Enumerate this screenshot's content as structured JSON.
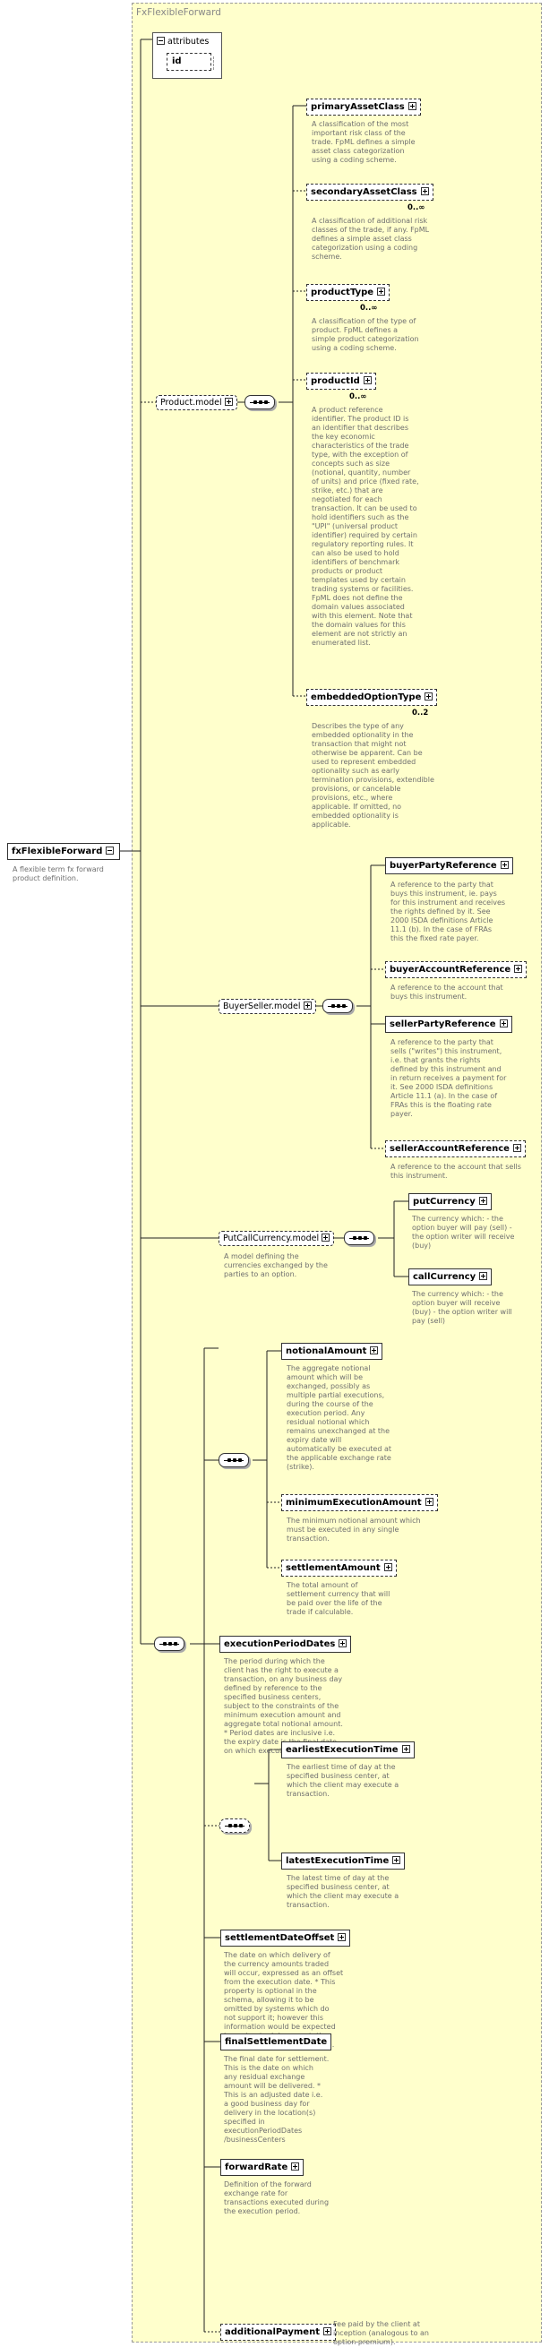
{
  "type_name": "FxFlexibleForward",
  "root": {
    "name": "fxFlexibleForward",
    "doc": "A flexible term fx forward\nproduct definition."
  },
  "attributes": {
    "label": "attributes",
    "items": [
      "id"
    ]
  },
  "groups": {
    "product_model": "Product.model",
    "buyer_seller_model": "BuyerSeller.model",
    "put_call_currency_model": "PutCallCurrency.model"
  },
  "elements": {
    "primaryAssetClass": {
      "name": "primaryAssetClass",
      "doc": "A classification of the most\nimportant risk class of the\ntrade. FpML defines a simple\nasset class categorization\nusing a coding scheme."
    },
    "secondaryAssetClass": {
      "name": "secondaryAssetClass",
      "card": "0..∞",
      "doc": "A classification of additional risk\nclasses of the trade, if any. FpML\ndefines a simple asset class\ncategorization using a coding\nscheme."
    },
    "productType": {
      "name": "productType",
      "card": "0..∞",
      "doc": "A classification of the type of\nproduct. FpML defines a\nsimple product categorization\nusing a coding scheme."
    },
    "productId": {
      "name": "productId",
      "card": "0..∞",
      "doc": "A product reference\nidentifier. The product ID is\nan identifier that describes\nthe key economic\ncharacteristics of the trade\ntype, with the exception of\nconcepts such as size\n(notional, quantity, number\nof units) and price (fixed rate,\nstrike, etc.) that are\nnegotiated for each\ntransaction. It can be used to\nhold identifiers such as the\n\"UPI\" (universal product\nidentifier) required by certain\nregulatory reporting rules. It\ncan also be used to hold\nidentifiers of benchmark\nproducts or product\ntemplates used by certain\ntrading systems or facilities.\nFpML does not define the\ndomain values associated\nwith this element. Note that\nthe domain values for this\nelement are not strictly an\nenumerated list."
    },
    "embeddedOptionType": {
      "name": "embeddedOptionType",
      "card": "0..2",
      "doc": "Describes the type of any\nembedded optionality in the\ntransaction that might not\notherwise be apparent. Can be\nused to represent embedded\noptionality such as early\ntermination provisions, extendible\nprovisions, or cancelable\nprovisions, etc., where\napplicable. If omitted, no\nembedded optionality is\napplicable."
    },
    "buyerPartyReference": {
      "name": "buyerPartyReference",
      "doc": "A reference to the party that\nbuys this instrument, ie. pays\nfor this instrument and receives\nthe rights defined by it. See\n2000 ISDA definitions Article\n11.1 (b). In the case of FRAs\nthis the fixed rate payer."
    },
    "buyerAccountReference": {
      "name": "buyerAccountReference",
      "doc": "A reference to the account that\nbuys this instrument."
    },
    "sellerPartyReference": {
      "name": "sellerPartyReference",
      "doc": "A reference to the party that\nsells (\"writes\") this instrument,\ni.e. that grants the rights\ndefined by this instrument and\nin return receives a payment for\nit. See 2000 ISDA definitions\nArticle 11.1 (a). In the case of\nFRAs this is the floating rate\npayer."
    },
    "sellerAccountReference": {
      "name": "sellerAccountReference",
      "doc": "A reference to the account that sells\nthis instrument."
    },
    "putCurrency": {
      "name": "putCurrency",
      "doc": "The currency which: - the\noption buyer will pay (sell) -\nthe option writer will receive\n(buy)"
    },
    "callCurrency": {
      "name": "callCurrency",
      "doc": "The currency which: - the\noption buyer will receive\n(buy) - the option writer will\npay (sell)"
    },
    "putCallCurrency_doc": "A model defining the\ncurrencies exchanged by the\nparties to an option.",
    "notionalAmount": {
      "name": "notionalAmount",
      "doc": "The aggregate notional\namount which will be\nexchanged, possibly as\nmultiple partial executions,\nduring the course of the\nexecution period. Any\nresidual notional which\nremains unexchanged at the\nexpiry date will\nautomatically be executed at\nthe applicable exchange rate\n(strike)."
    },
    "minimumExecutionAmount": {
      "name": "minimumExecutionAmount",
      "doc": "The minimum notional amount which\nmust be executed in any single\ntransaction."
    },
    "settlementAmount": {
      "name": "settlementAmount",
      "doc": "The total amount of\nsettlement currency that will\nbe paid over the life of the\ntrade if calculable."
    },
    "executionPeriodDates": {
      "name": "executionPeriodDates",
      "doc": "The period during which the\nclient has the right to execute a\ntransaction, on any business day\ndefined by reference to the\nspecified business centers,\nsubject to the constraints of the\nminimum execution amount and\naggregate total notional amount.\n* Period dates are inclusive i.e.\nthe expiry date is the final date\non which execution may occur."
    },
    "earliestExecutionTime": {
      "name": "earliestExecutionTime",
      "doc": "The earliest time of day at the\nspecified business center, at\nwhich the client may execute a\ntransaction."
    },
    "latestExecutionTime": {
      "name": "latestExecutionTime",
      "doc": "The latest time of day at the\nspecified business center, at\nwhich the client may execute a\ntransaction."
    },
    "settlementDateOffset": {
      "name": "settlementDateOffset",
      "doc": "The date on which delivery of\nthe currency amounts traded\nwill occur, expressed as an offset\nfrom the execution date. * This\nproperty is optional in the\nschema, allowing it to be\nomitted by systems which do\nnot support it; however this\ninformation would be expected\nin contractual documentation\n(e.g. termsheet, confirmation)."
    },
    "finalSettlementDate": {
      "name": "finalSettlementDate",
      "doc": "The final date for settlement.\nThis is the date on which\nany residual exchange\namount will be delivered. *\nThis is an adjusted date i.e.\na good business day for\ndelivery in the location(s)\nspecified in\nexecutionPeriodDates\n/businessCenters"
    },
    "forwardRate": {
      "name": "forwardRate",
      "doc": "Definition of the forward\nexchange rate for\ntransactions executed during\nthe execution period."
    },
    "additionalPayment": {
      "name": "additionalPayment",
      "doc": "Fee paid by the client at\ninception (analogous to an\noption premium)."
    }
  }
}
